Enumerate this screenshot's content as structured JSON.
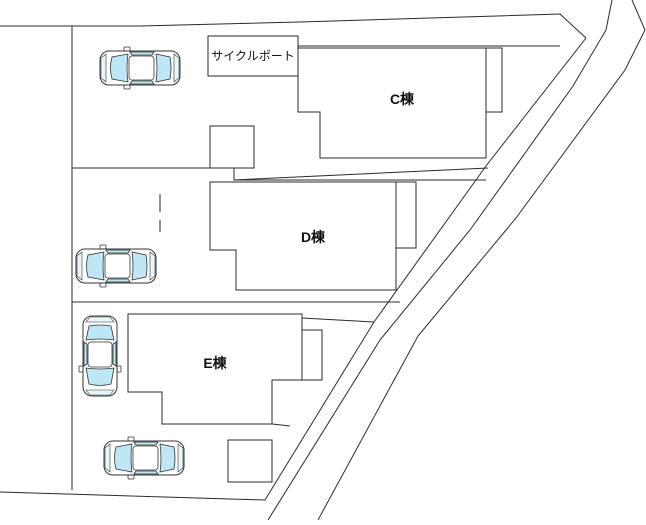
{
  "labels": {
    "cycle_port": "サイクルポート",
    "building_c": "C棟",
    "building_d": "D棟",
    "building_e": "E棟"
  },
  "colors": {
    "line": "#2b2b2b",
    "car_glass": "#bfe6f5",
    "background": "#ffffff"
  }
}
